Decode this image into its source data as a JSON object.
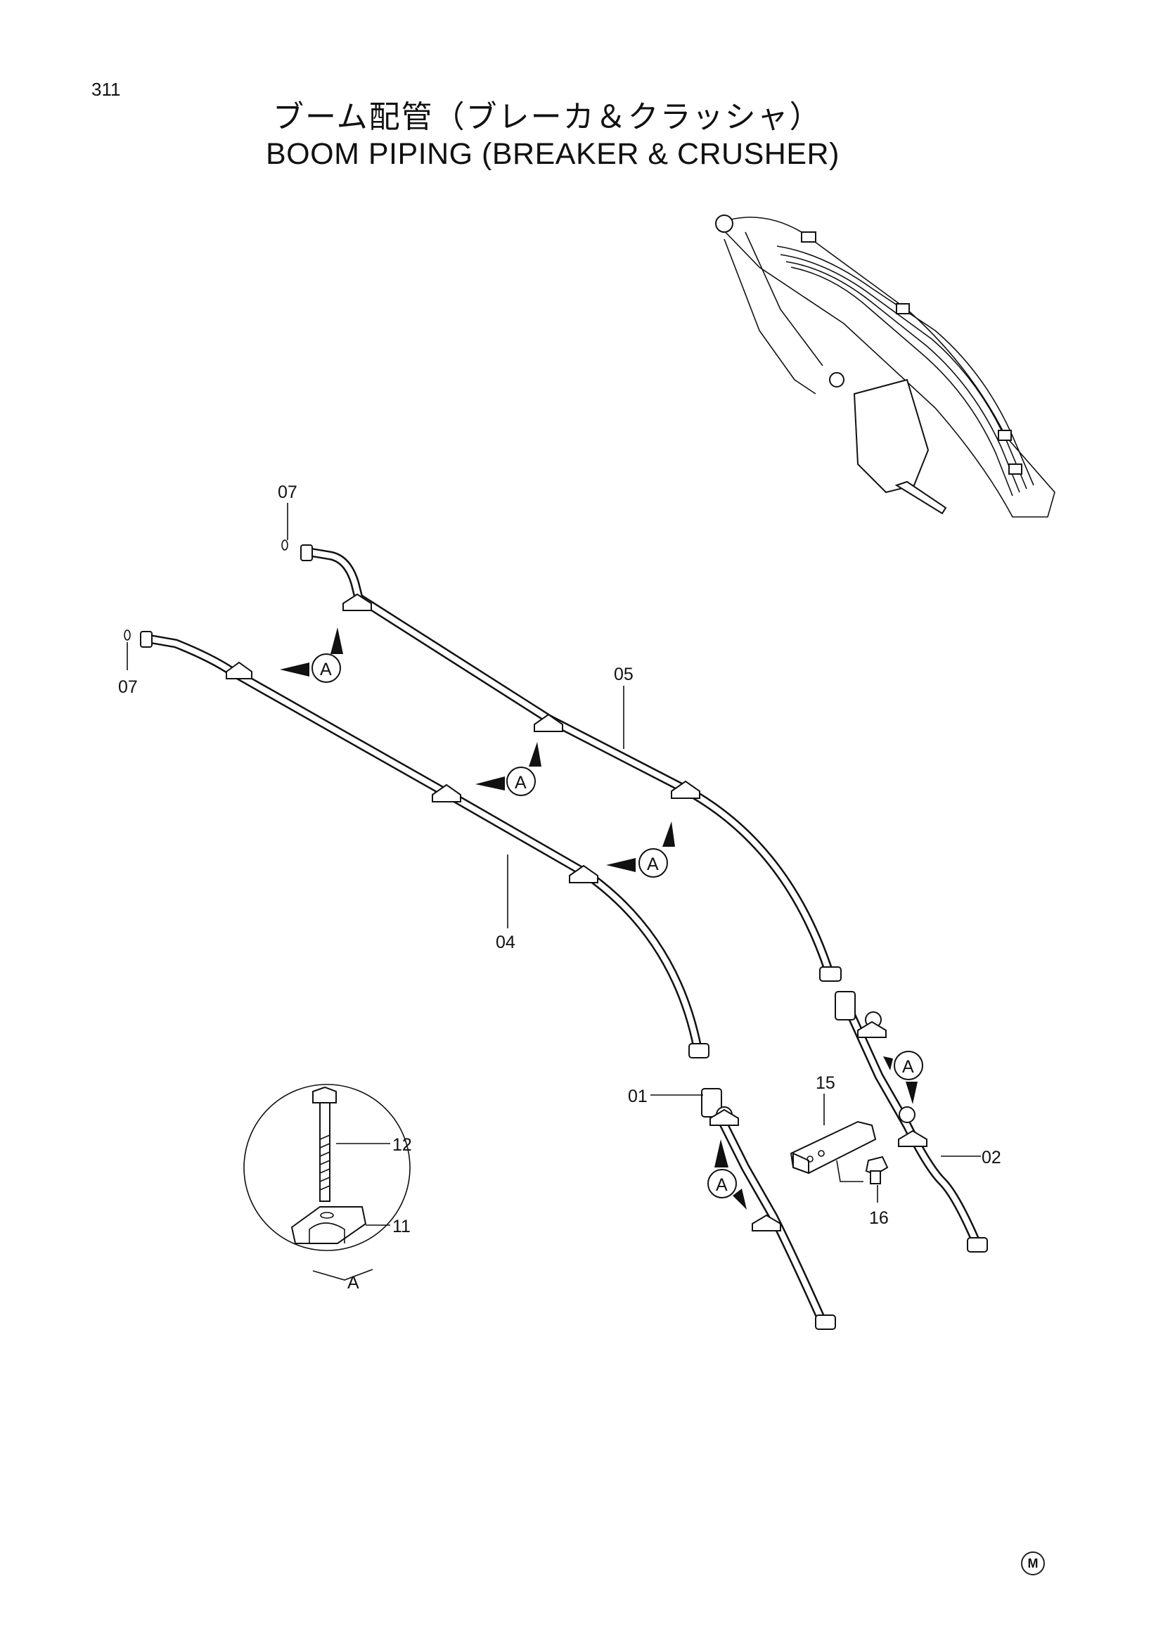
{
  "page_number": "311",
  "title_jp": "ブーム配管（ブレーカ＆クラッシャ）",
  "title_en": "BOOM  PIPING  (BREAKER & CRUSHER)",
  "callouts": {
    "p01": "01",
    "p02": "02",
    "p04": "04",
    "p05": "05",
    "p07a": "07",
    "p07b": "07",
    "p11": "11",
    "p12": "12",
    "p15": "15",
    "p16": "16"
  },
  "view_marker": "A",
  "detail_label": "A",
  "corner_mark": "M"
}
